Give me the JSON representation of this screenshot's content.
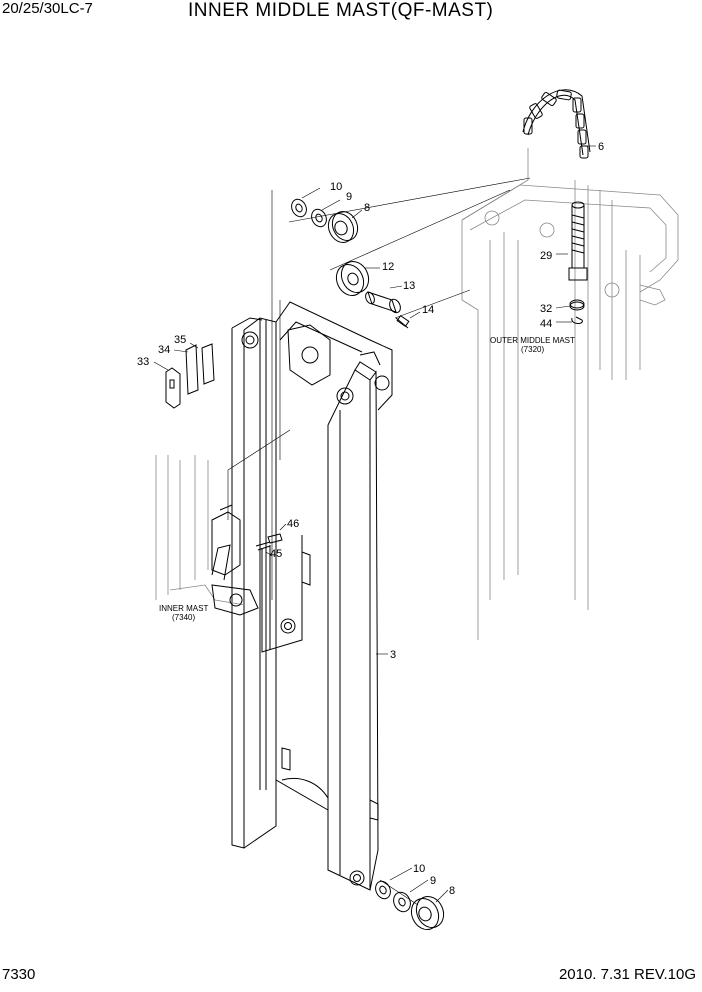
{
  "header": {
    "model": "20/25/30LC-7",
    "title": "INNER MIDDLE MAST(QF-MAST)"
  },
  "footer": {
    "page_number": "7330",
    "date_revision": "2010. 7.31  REV.10G"
  },
  "references": {
    "outer_middle_mast": {
      "label": "OUTER MIDDLE MAST",
      "code": "(7320)"
    },
    "inner_mast": {
      "label": "INNER MAST",
      "code": "(7340)"
    }
  },
  "part_labels": {
    "p6": "6",
    "p10_top": "10",
    "p9_top": "9",
    "p8_top": "8",
    "p12": "12",
    "p13": "13",
    "p14": "14",
    "p29": "29",
    "p32": "32",
    "p44": "44",
    "p35": "35",
    "p34": "34",
    "p33": "33",
    "p46": "46",
    "p45": "45",
    "p3": "3",
    "p10_bot": "10",
    "p9_bot": "9",
    "p8_bot": "8"
  }
}
